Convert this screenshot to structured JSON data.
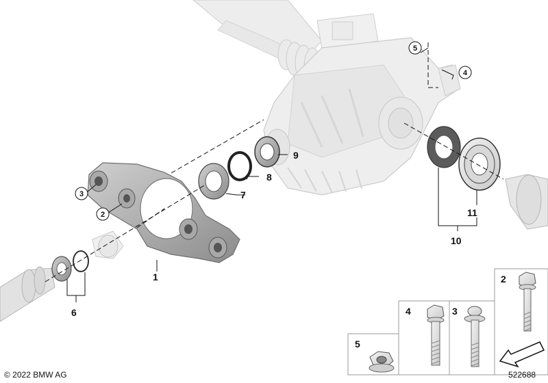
{
  "diagram": {
    "copyright": "© 2022 BMW AG",
    "diagram_number": "522688",
    "callouts": {
      "p1": "1",
      "p2": "2",
      "p3": "3",
      "p4": "4",
      "p5": "5",
      "p6": "6",
      "p7": "7",
      "p8": "8",
      "p9": "9",
      "p10": "10",
      "p11": "11"
    },
    "legend": {
      "p2": "2",
      "p3": "3",
      "p4": "4",
      "p5": "5"
    }
  }
}
